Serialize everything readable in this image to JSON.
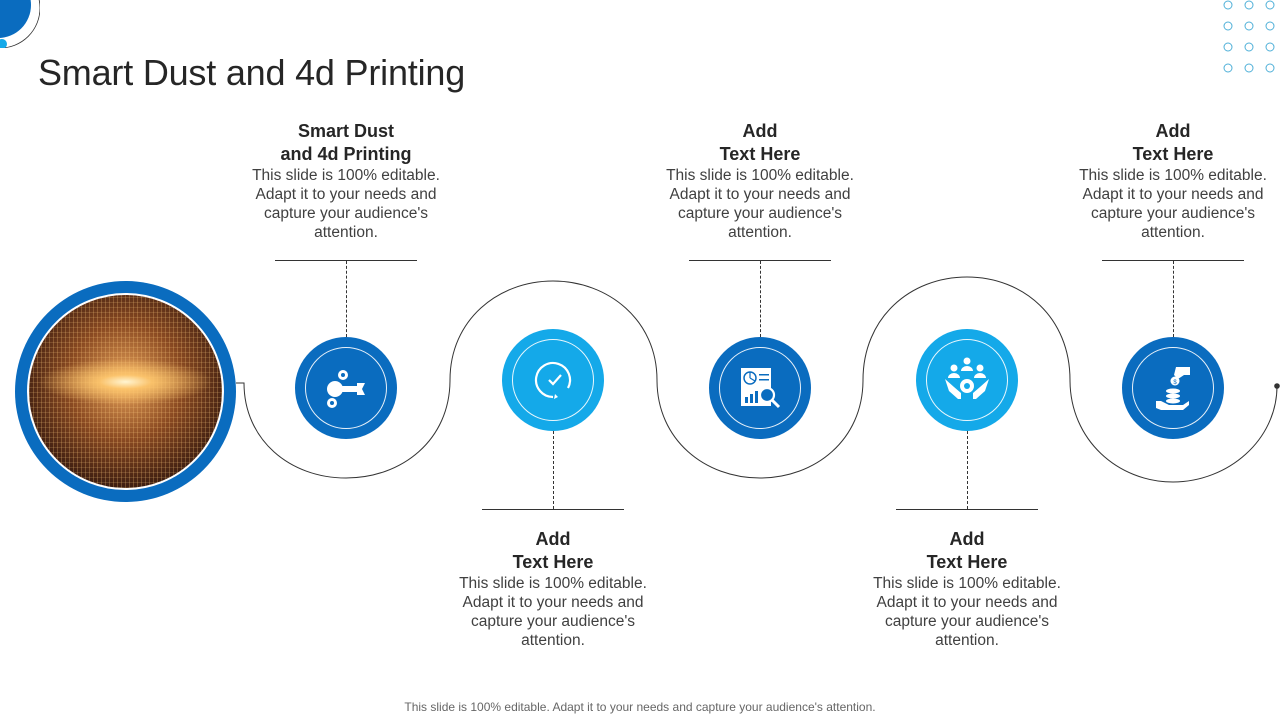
{
  "slide": {
    "title": "Smart Dust and 4d Printing",
    "footer": "This slide is 100% editable. Adapt it to your needs and capture your audience's attention.",
    "colors": {
      "dark_blue": "#0a6cbf",
      "light_blue": "#14a9e9",
      "text": "#262626"
    }
  },
  "hero_image": {
    "description": "smart dust light particles photo",
    "icon": "photo"
  },
  "steps": [
    {
      "title": "Smart Dust and 4d Printing",
      "title_line1": "Smart Dust",
      "title_line2": "and 4d Printing",
      "body": "This slide is 100% editable. Adapt it to your needs and capture your audience's attention.",
      "icon": "gears-wrench-icon",
      "position": "top",
      "color": "dark"
    },
    {
      "title": "Add Text Here",
      "title_line1": "Add",
      "title_line2": "Text Here",
      "body": "This slide is 100% editable. Adapt it to your needs and capture your audience's attention.",
      "icon": "clock-cycle-icon",
      "position": "bottom",
      "color": "light"
    },
    {
      "title": "Add Text Here",
      "title_line1": "Add",
      "title_line2": "Text Here",
      "body": "This slide is 100% editable. Adapt it to your needs and capture your audience's attention.",
      "icon": "report-magnifier-icon",
      "position": "top",
      "color": "dark"
    },
    {
      "title": "Add Text Here",
      "title_line1": "Add",
      "title_line2": "Text Here",
      "body": "This slide is 100% editable. Adapt it to your needs and capture your audience's attention.",
      "icon": "team-care-gear-icon",
      "position": "bottom",
      "color": "light"
    },
    {
      "title": "Add Text Here",
      "title_line1": "Add",
      "title_line2": "Text Here",
      "body": "This slide is 100% editable. Adapt it to your needs and capture your audience's attention.",
      "icon": "hand-coins-icon",
      "position": "top",
      "color": "dark"
    }
  ]
}
